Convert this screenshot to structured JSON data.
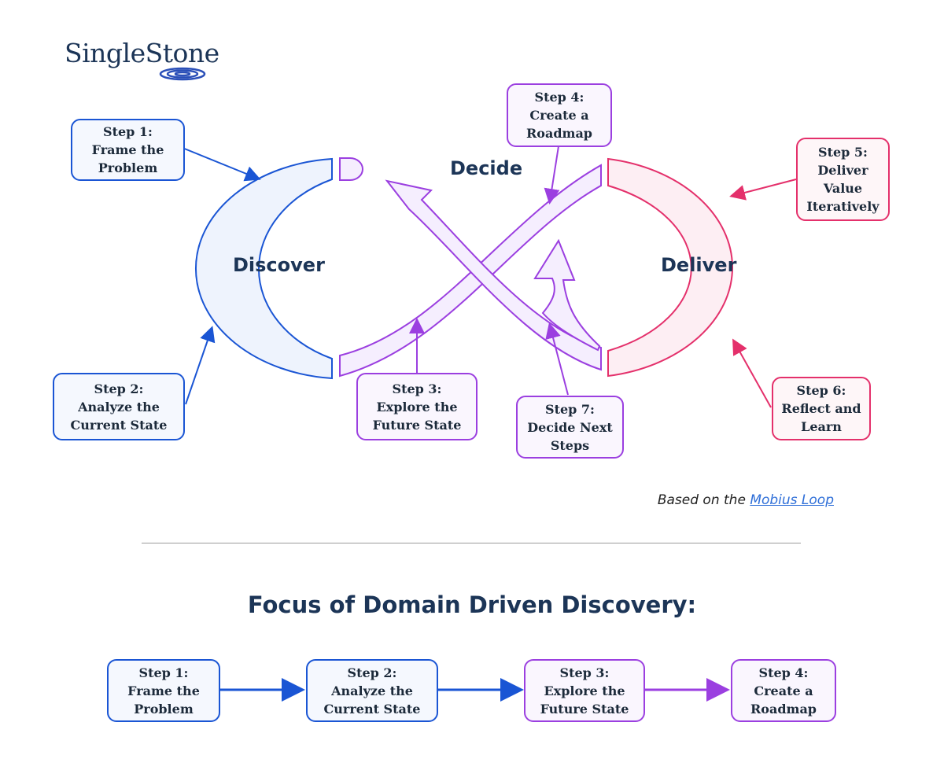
{
  "logo": {
    "text": "SingleStone"
  },
  "loop": {
    "discover_label": "Discover",
    "decide_label": "Decide",
    "deliver_label": "Deliver"
  },
  "steps": [
    {
      "lines": [
        "Step 1:",
        "Frame the",
        "Problem"
      ]
    },
    {
      "lines": [
        "Step 2:",
        "Analyze the",
        "Current State"
      ]
    },
    {
      "lines": [
        "Step 3:",
        "Explore the",
        "Future State"
      ]
    },
    {
      "lines": [
        "Step 4:",
        "Create a",
        "Roadmap"
      ]
    },
    {
      "lines": [
        "Step 5:",
        "Deliver",
        "Value",
        "Iteratively"
      ]
    },
    {
      "lines": [
        "Step 6:",
        "Reflect and",
        "Learn"
      ]
    },
    {
      "lines": [
        "Step 7:",
        "Decide Next",
        "Steps"
      ]
    }
  ],
  "credit": {
    "prefix": "Based on the",
    "link_text": "Mobius Loop"
  },
  "focus": {
    "title": "Focus of Domain Driven Discovery:",
    "steps": [
      {
        "lines": [
          "Step 1:",
          "Frame the",
          "Problem"
        ]
      },
      {
        "lines": [
          "Step 2:",
          "Analyze the",
          "Current State"
        ]
      },
      {
        "lines": [
          "Step 3:",
          "Explore the",
          "Future State"
        ]
      },
      {
        "lines": [
          "Step 4:",
          "Create a",
          "Roadmap"
        ]
      }
    ]
  },
  "colors": {
    "blue": "#1a55d4",
    "purple": "#9b3fe0",
    "pink": "#e4306b",
    "navy": "#1c3557"
  }
}
